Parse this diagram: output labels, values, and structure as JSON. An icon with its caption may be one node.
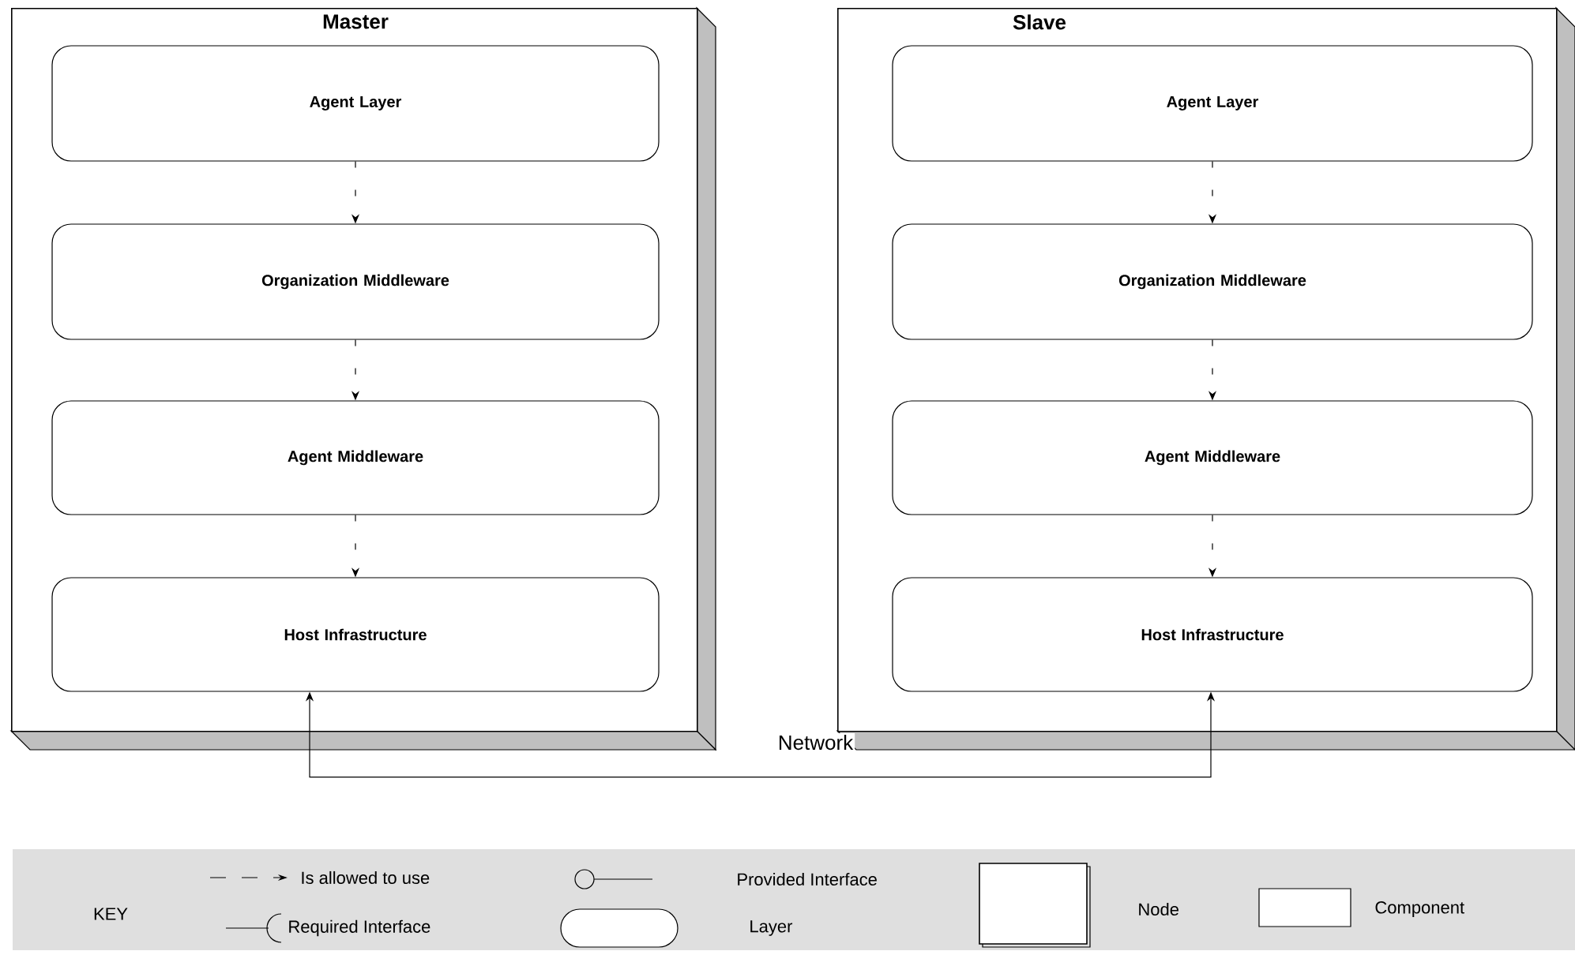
{
  "diagram": {
    "nodes": [
      {
        "text": [
          "Master"
        ]
      },
      {
        "text": [
          "Agent Layer"
        ],
        "in": 0
      },
      {
        "text": [
          "Organization Middleware"
        ],
        "in": 0
      },
      {
        "text": [
          "Agent Middleware"
        ],
        "in": 0
      },
      {
        "text": [
          "Host Infrastructure"
        ],
        "in": 0
      },
      {
        "text": [
          "Slave"
        ]
      },
      {
        "text": [
          "Agent Layer"
        ],
        "in": 5
      },
      {
        "text": [
          "Organization Middleware"
        ],
        "in": 5
      },
      {
        "text": [
          "Agent Middleware"
        ],
        "in": 5
      },
      {
        "text": [
          "Host Infrastructure"
        ],
        "in": 5
      }
    ],
    "edges": [
      {
        "from": 1,
        "to": 2,
        "arrow": "to",
        "style": "dashed"
      },
      {
        "from": 2,
        "to": 3,
        "arrow": "to",
        "style": "dashed"
      },
      {
        "from": 3,
        "to": 4,
        "arrow": "to",
        "style": "dashed"
      },
      {
        "from": 6,
        "to": 7,
        "arrow": "to",
        "style": "dashed"
      },
      {
        "from": 7,
        "to": 8,
        "arrow": "to",
        "style": "dashed"
      },
      {
        "from": 8,
        "to": 9,
        "arrow": "to",
        "style": "dashed"
      },
      {
        "from": 4,
        "to": 9,
        "arrow": "both",
        "label": "Network"
      }
    ],
    "labels": [
      "KEY"
    ],
    "legend": [
      {
        "text": "Is allowed to use"
      },
      {
        "text": "Provided Interface"
      },
      {
        "text": "Node"
      },
      {
        "text": "Component"
      },
      {
        "text": "Required Interface"
      },
      {
        "text": "Layer"
      }
    ]
  }
}
